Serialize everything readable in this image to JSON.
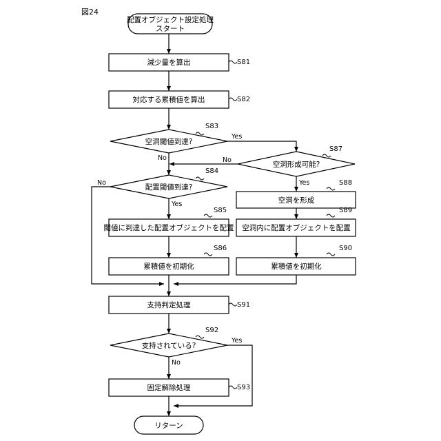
{
  "figure_label": "図24",
  "start": {
    "line1": "配置オブジェクト設定処理",
    "line2": "スタート"
  },
  "end": "リターン",
  "steps": {
    "s81": {
      "id": "S81",
      "text": "減少量を算出"
    },
    "s82": {
      "id": "S82",
      "text": "対応する累積値を算出"
    },
    "s83": {
      "id": "S83",
      "text": "空洞閾値到達?"
    },
    "s84": {
      "id": "S84",
      "text": "配置閾値到達?"
    },
    "s85": {
      "id": "S85",
      "text": "閾値に到達した配置オブジェクトを配置"
    },
    "s86": {
      "id": "S86",
      "text": "累積値を初期化"
    },
    "s87": {
      "id": "S87",
      "text": "空洞形成可能?"
    },
    "s88": {
      "id": "S88",
      "text": "空洞を形成"
    },
    "s89": {
      "id": "S89",
      "text": "空洞内に配置オブジェクトを配置"
    },
    "s90": {
      "id": "S90",
      "text": "累積値を初期化"
    },
    "s91": {
      "id": "S91",
      "text": "支持判定処理"
    },
    "s92": {
      "id": "S92",
      "text": "支持されている?"
    },
    "s93": {
      "id": "S93",
      "text": "固定解除処理"
    }
  },
  "labels": {
    "yes": "Yes",
    "no": "No"
  }
}
